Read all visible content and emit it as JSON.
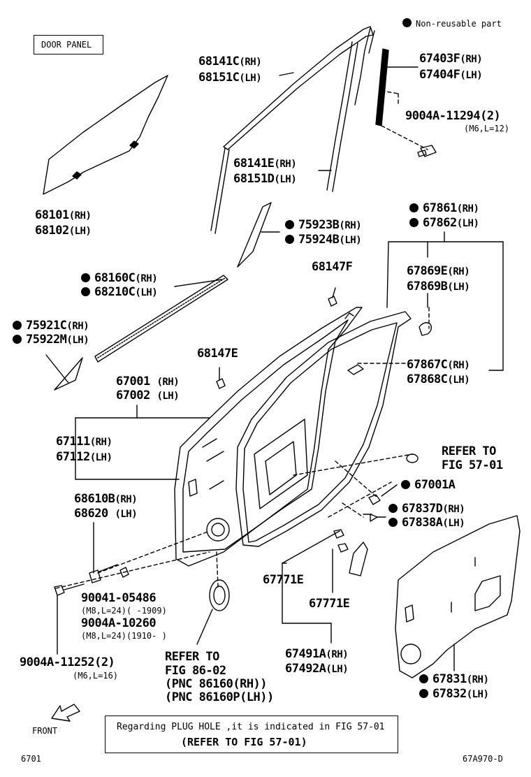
{
  "legend": {
    "non_reusable": "Non-reusable part"
  },
  "door_panel_label": "DOOR PANEL",
  "parts": {
    "p68141c": "68141C",
    "p68151c": "68151C",
    "p67403f": "67403F",
    "p67404f": "67404F",
    "p9004a11294": "9004A-11294(2)",
    "m6l12": "(M6,L=12)",
    "p68141e": "68141E",
    "p68151d": "68151D",
    "p68101": "68101",
    "p68102": "68102",
    "p67861": "67861",
    "p67862": "67862",
    "p75923b": "75923B",
    "p75924b": "75924B",
    "p68147f": "68147F",
    "p67869e": "67869E",
    "p67869b": "67869B",
    "p68160c": "68160C",
    "p68210c": "68210C",
    "p75921c": "75921C",
    "p75922m": "75922M",
    "p68147e": "68147E",
    "p67867c": "67867C",
    "p67868c": "67868C",
    "p67001": "67001",
    "p67002": "67002",
    "p67111": "67111",
    "p67112": "67112",
    "refer_to": "REFER TO",
    "fig5701": "FIG 57-01",
    "p67001a": "67001A",
    "p68610b": "68610B",
    "p68620": "68620",
    "p67837d": "67837D",
    "p67838a": "67838A",
    "p67771e_1": "67771E",
    "p67771e_2": "67771E",
    "p9004105486": "90041-05486",
    "m8a": "(M8,L=24)(      -1909)",
    "p9004a10260": "9004A-10260",
    "m8b": "(M8,L=24)(1910-      )",
    "p9004a11252": "9004A-11252(2)",
    "m6l16": "(M6,L=16)",
    "refer_to_2": "REFER TO",
    "fig8602": "FIG 86-02",
    "pnc1": "(PNC 86160(RH))",
    "pnc2": "(PNC 86160P(LH))",
    "p67491a": "67491A",
    "p67492a": "67492A",
    "p67831": "67831",
    "p67832": "67832"
  },
  "side": {
    "rh": "(RH)",
    "lh": "(LH)"
  },
  "front_label": "FRONT",
  "note": {
    "line1": "Regarding PLUG HOLE ,it is indicated in FIG 57-01",
    "line2": "(REFER TO FIG  57-01)"
  },
  "footer": {
    "page": "6701",
    "code": "67A970-D"
  }
}
